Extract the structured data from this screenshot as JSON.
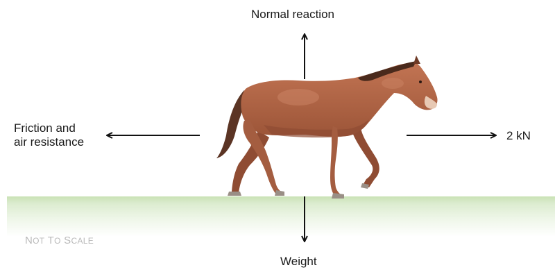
{
  "forces": {
    "up_label": "Normal reaction",
    "down_label": "Weight",
    "right_label": "2 kN",
    "left_label_line1": "Friction and",
    "left_label_line2": "air resistance"
  },
  "scale_note": {
    "first_letter": "N",
    "rest_word1": "OT",
    "word2_first": " T",
    "word2_rest": "O",
    "word3_first": " S",
    "word3_rest": "CALE"
  },
  "colors": {
    "arrow": "#111111",
    "horse_body": "#b5694a",
    "horse_shadow": "#8f4c33",
    "mane": "#4a2a1c",
    "ground": "#c9e2b5",
    "note": "#b9b9b9"
  },
  "icons": [
    "horse-icon",
    "arrow-up-icon",
    "arrow-down-icon",
    "arrow-left-icon",
    "arrow-right-icon"
  ]
}
